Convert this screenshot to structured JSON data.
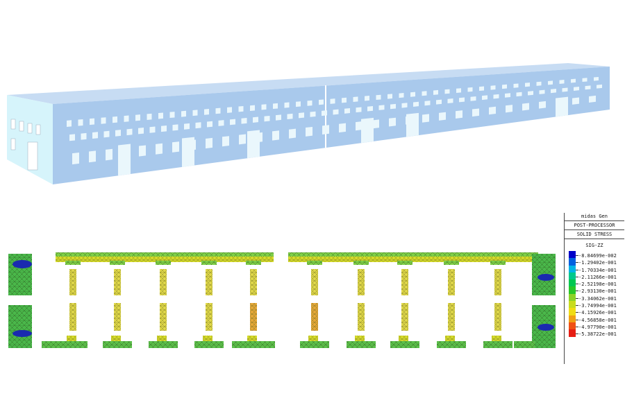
{
  "legend": {
    "software": "midas Gen",
    "module": "POST-PROCESSOR",
    "result_type": "SOLID STRESS",
    "component": "SIG-ZZ",
    "entries": [
      {
        "value": "-8.84699e-002",
        "color": "#0000c8"
      },
      {
        "value": "-1.29402e-001",
        "color": "#0060e0"
      },
      {
        "value": "-1.70334e-001",
        "color": "#00b4e6"
      },
      {
        "value": "-2.11266e-001",
        "color": "#00c88c"
      },
      {
        "value": "-2.52198e-001",
        "color": "#00c850"
      },
      {
        "value": "-2.93130e-001",
        "color": "#28c828"
      },
      {
        "value": "-3.34062e-001",
        "color": "#8cd228"
      },
      {
        "value": "-3.74994e-001",
        "color": "#c8dc1e"
      },
      {
        "value": "-4.15926e-001",
        "color": "#f0dc14"
      },
      {
        "value": "-4.56858e-001",
        "color": "#f0a014"
      },
      {
        "value": "-4.97790e-001",
        "color": "#f05014"
      },
      {
        "value": "-5.38722e-001",
        "color": "#e61e14"
      }
    ]
  },
  "colors": {
    "building_front": "#a9c9ec",
    "building_top": "#c7dcf3",
    "building_side": "#d6f4fb",
    "opening": "#eaf7fc",
    "mesh_line": "#2a4a1a",
    "band_green": "#7fd048",
    "band_yellow": "#d6dc2a",
    "pier_yellow": "#e0d84a"
  }
}
